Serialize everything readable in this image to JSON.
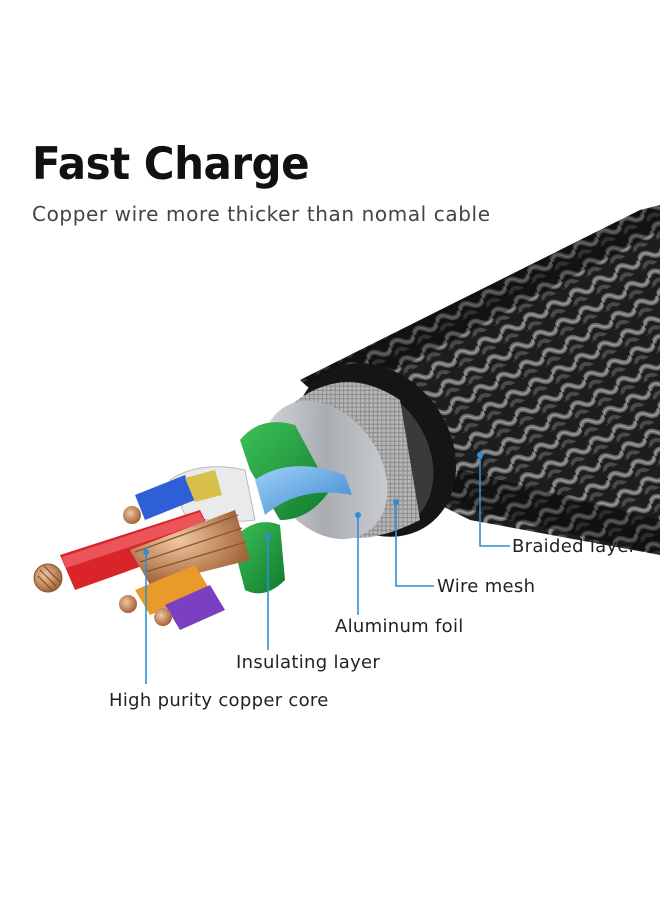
{
  "header": {
    "title": "Fast Charge",
    "subtitle": "Copper wire more thicker than nomal cable"
  },
  "labels": {
    "braided_layer": "Braided layer",
    "wire_mesh": "Wire mesh",
    "aluminum_foil": "Aluminum foil",
    "insulating_layer": "Insulating layer",
    "copper_core": "High purity copper core"
  },
  "colors": {
    "leader_line": "#2f8fd6",
    "braid": "#2a2a2a",
    "foil": "#b9bcc0",
    "green_jacket": "#1f9a3c",
    "blue_jacket": "#5aa8e8",
    "red_jacket": "#d9252a",
    "orange_jacket": "#e89a2a",
    "purple_jacket": "#7a3fc2",
    "copper": "#c98a55"
  }
}
